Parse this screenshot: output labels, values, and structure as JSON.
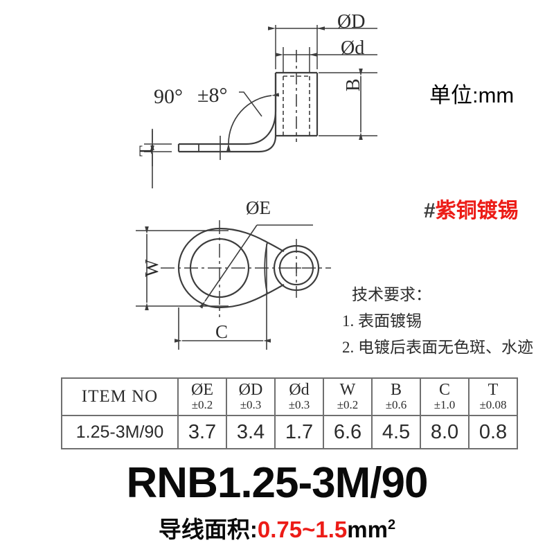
{
  "meta": {
    "unit_label": "单位:mm",
    "material_hash": "#",
    "material_label": "紫铜镀锡"
  },
  "tech_notes": {
    "title": "技术要求：",
    "note1": "1. 表面镀锡",
    "note2": "2. 电镀后表面无色斑、水迹"
  },
  "side_view": {
    "label_phi_D": "ØD",
    "label_phi_d": "Ød",
    "label_B": "B",
    "label_T": "T",
    "angle": "90°",
    "angle_tolerance": "±8°"
  },
  "top_view": {
    "label_phi_E": "ØE",
    "label_W": "W",
    "label_C": "C"
  },
  "spec_table": {
    "headers": [
      {
        "symbol": "ITEM NO",
        "tolerance": ""
      },
      {
        "symbol": "ØE",
        "tolerance": "±0.2"
      },
      {
        "symbol": "ØD",
        "tolerance": "±0.3"
      },
      {
        "symbol": "Ød",
        "tolerance": "±0.3"
      },
      {
        "symbol": "W",
        "tolerance": "±0.2"
      },
      {
        "symbol": "B",
        "tolerance": "±0.6"
      },
      {
        "symbol": "C",
        "tolerance": "±1.0"
      },
      {
        "symbol": "T",
        "tolerance": "±0.08"
      }
    ],
    "rows": [
      {
        "item_no": "1.25-3M/90",
        "values": [
          "3.7",
          "3.4",
          "1.7",
          "6.6",
          "4.5",
          "8.0",
          "0.8"
        ]
      }
    ]
  },
  "footer": {
    "part_number": "RNB1.25-3M/90",
    "wire_label": "导线面积:",
    "wire_range": "0.75~1.5",
    "wire_unit": "mm",
    "wire_unit_sup": "2"
  },
  "colors": {
    "line": "#3d3d3d",
    "accent_red": "#ec1c17",
    "table_border": "#6f6f6f",
    "text": "#2b2b2b"
  }
}
